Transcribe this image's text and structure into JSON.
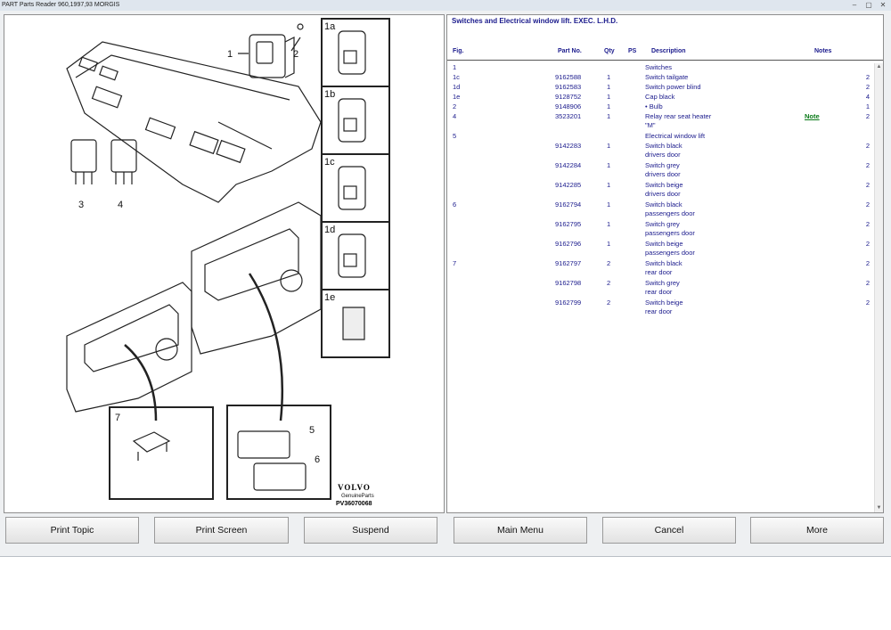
{
  "window": {
    "title": "PART Parts Reader 960,1997,93 MORGIS",
    "controls": [
      "–",
      "▢",
      "✕"
    ]
  },
  "diagram": {
    "callouts": [
      "1",
      "2",
      "3",
      "4",
      "5",
      "6",
      "7"
    ],
    "insets": [
      "1a",
      "1b",
      "1c",
      "1d",
      "1e"
    ],
    "brand": "VOLVO",
    "brand_sub": "GenuineParts",
    "code": "PV36070068"
  },
  "parts": {
    "title": "Switches and Electrical window lift. EXEC. L.H.D.",
    "headers": {
      "fig": "Fig.",
      "part": "Part No.",
      "qty": "Qty",
      "ps": "PS",
      "desc": "Description",
      "notes": "Notes"
    },
    "rows": [
      {
        "fig": "1",
        "part": "",
        "qty": "",
        "desc": "Switches",
        "notes": "",
        "count": ""
      },
      {
        "fig": "1c",
        "part": "9162588",
        "qty": "1",
        "desc": "Switch tailgate",
        "notes": "",
        "count": "2"
      },
      {
        "fig": "1d",
        "part": "9162583",
        "qty": "1",
        "desc": "Switch power blind",
        "notes": "",
        "count": "2"
      },
      {
        "fig": "1e",
        "part": "9128752",
        "qty": "1",
        "desc": "Cap black",
        "notes": "",
        "count": "4"
      },
      {
        "fig": "2",
        "part": "9148906",
        "qty": "1",
        "desc": "• Bulb",
        "notes": "",
        "count": "1"
      },
      {
        "fig": "4",
        "part": "3523201",
        "qty": "1",
        "desc": "Relay rear seat heater",
        "desc2": "\"M\"",
        "notes": "Note",
        "count": "2"
      },
      {
        "fig": "5",
        "part": "",
        "qty": "",
        "desc": "Electrical window lift",
        "notes": "",
        "count": ""
      },
      {
        "fig": "",
        "part": "9142283",
        "qty": "1",
        "desc": "Switch black",
        "desc2": "drivers door",
        "notes": "",
        "count": "2"
      },
      {
        "fig": "",
        "part": "9142284",
        "qty": "1",
        "desc": "Switch grey",
        "desc2": "drivers door",
        "notes": "",
        "count": "2"
      },
      {
        "fig": "",
        "part": "9142285",
        "qty": "1",
        "desc": "Switch beige",
        "desc2": "drivers door",
        "notes": "",
        "count": "2"
      },
      {
        "fig": "6",
        "part": "9162794",
        "qty": "1",
        "desc": "Switch black",
        "desc2": "passengers door",
        "notes": "",
        "count": "2"
      },
      {
        "fig": "",
        "part": "9162795",
        "qty": "1",
        "desc": "Switch grey",
        "desc2": "passengers door",
        "notes": "",
        "count": "2"
      },
      {
        "fig": "",
        "part": "9162796",
        "qty": "1",
        "desc": "Switch beige",
        "desc2": "passengers door",
        "notes": "",
        "count": "2"
      },
      {
        "fig": "7",
        "part": "9162797",
        "qty": "2",
        "desc": "Switch black",
        "desc2": "rear door",
        "notes": "",
        "count": "2"
      },
      {
        "fig": "",
        "part": "9162798",
        "qty": "2",
        "desc": "Switch grey",
        "desc2": "rear door",
        "notes": "",
        "count": "2"
      },
      {
        "fig": "",
        "part": "9162799",
        "qty": "2",
        "desc": "Switch beige",
        "desc2": "rear door",
        "notes": "",
        "count": "2"
      }
    ]
  },
  "buttons": [
    "Print Topic",
    "Print Screen",
    "Suspend",
    "Main Menu",
    "Cancel",
    "More"
  ],
  "colors": {
    "text": "#1a1a8c",
    "note": "#0a7a18"
  }
}
